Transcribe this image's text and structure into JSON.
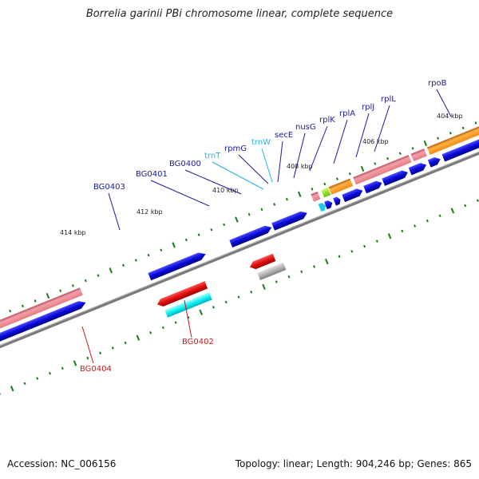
{
  "title": "Borrelia garinii PBi chromosome linear, complete sequence",
  "footer": {
    "accession": "Accession: NC_006156",
    "stats": "Topology: linear; Length: 904,246 bp; Genes: 865"
  },
  "colors": {
    "cds": "#0a0ad8",
    "rrna": "#e87a80",
    "trna": "#20c8e8",
    "orange": "#f08c14",
    "green": "#8ce028",
    "red": "#e01010",
    "cyan": "#10f0f0",
    "gray": "#b4b4b4",
    "label_dark_blue": "#1a1a99",
    "label_light_blue": "#20b4e0",
    "label_red": "#c81818",
    "ticks": "#1a7a1a"
  },
  "ticks": [
    {
      "label": "414 kbp"
    },
    {
      "label": "412 kbp"
    },
    {
      "label": "410 kbp"
    },
    {
      "label": "408 kbp"
    },
    {
      "label": "406 kbp"
    },
    {
      "label": "404 kbp"
    }
  ],
  "gene_labels": [
    {
      "text": "BG0403",
      "color": "label_dark_blue"
    },
    {
      "text": "BG0401",
      "color": "label_dark_blue"
    },
    {
      "text": "BG0400",
      "color": "label_dark_blue"
    },
    {
      "text": "trnT",
      "color": "label_light_blue"
    },
    {
      "text": "rpmG",
      "color": "label_dark_blue"
    },
    {
      "text": "trnW",
      "color": "label_light_blue"
    },
    {
      "text": "secE",
      "color": "label_dark_blue"
    },
    {
      "text": "nusG",
      "color": "label_dark_blue"
    },
    {
      "text": "rplK",
      "color": "label_dark_blue"
    },
    {
      "text": "rplA",
      "color": "label_dark_blue"
    },
    {
      "text": "rplJ",
      "color": "label_dark_blue"
    },
    {
      "text": "rplL",
      "color": "label_dark_blue"
    },
    {
      "text": "rpoB",
      "color": "label_dark_blue"
    },
    {
      "text": "BG0402",
      "color": "label_red"
    },
    {
      "text": "BG0404",
      "color": "label_red"
    }
  ]
}
